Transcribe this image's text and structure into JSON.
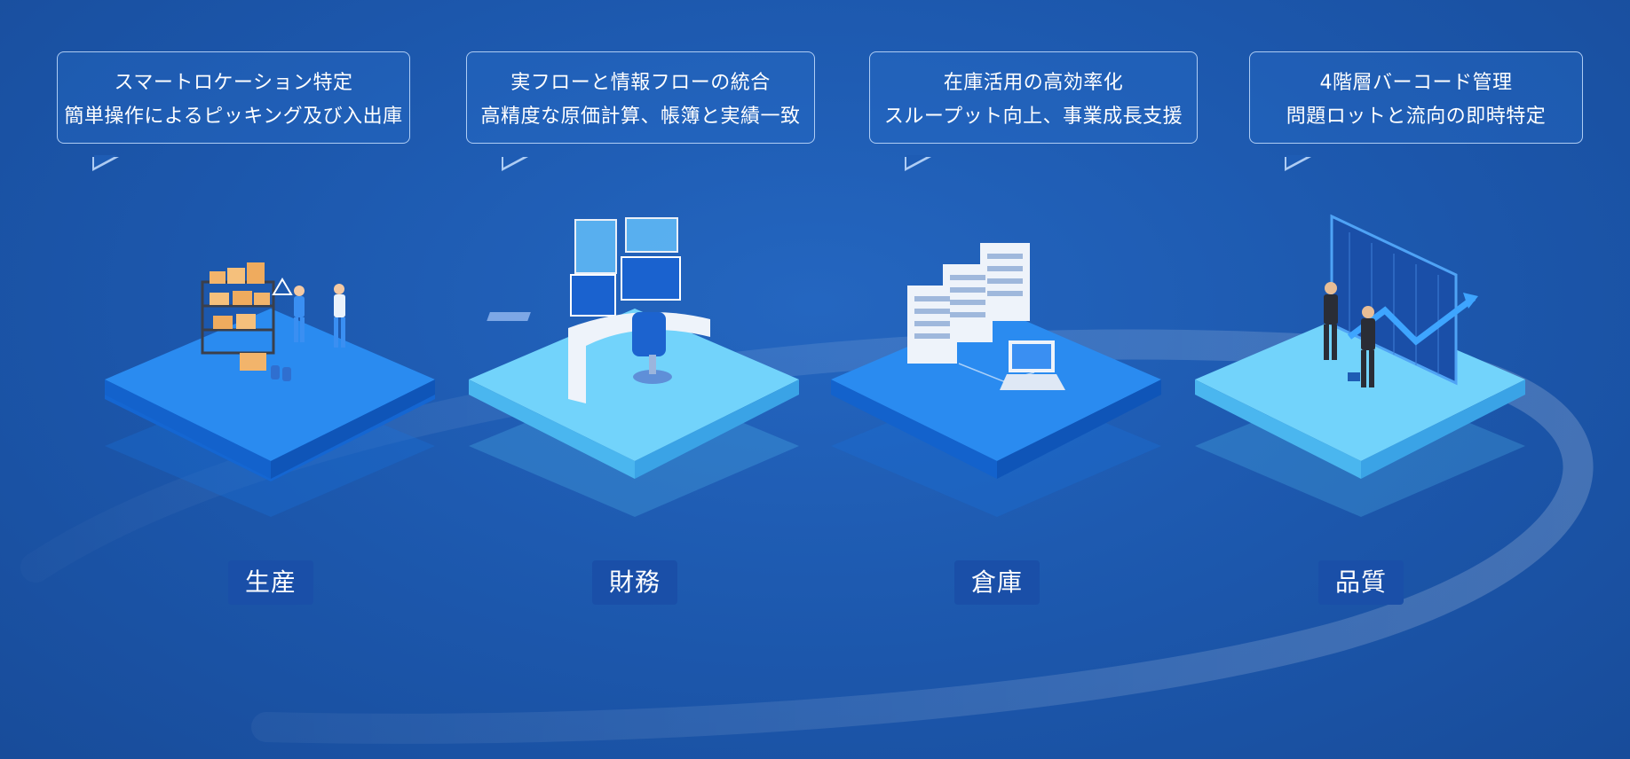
{
  "colors": {
    "background": "#1c57ac",
    "platform_dark": "#1e7fe8",
    "platform_light": "#6cd2fb",
    "label_bg": "#1a4fa8",
    "text": "#ffffff"
  },
  "sections": [
    {
      "bubble": {
        "line1": "スマートロケーション特定",
        "line2": "簡単操作によるピッキング及び入出庫"
      },
      "label": "生産",
      "illustration": "warehouse-workers-icon"
    },
    {
      "bubble": {
        "line1": "実フローと情報フローの統合",
        "line2": "高精度な原価計算、帳簿と実績一致"
      },
      "label": "財務",
      "illustration": "office-desk-icon"
    },
    {
      "bubble": {
        "line1": "在庫活用の高効率化",
        "line2": "スループット向上、事業成長支援"
      },
      "label": "倉庫",
      "illustration": "server-racks-icon"
    },
    {
      "bubble": {
        "line1": "4階層バーコード管理",
        "line2": "問題ロットと流向の即時特定"
      },
      "label": "品質",
      "illustration": "business-handshake-icon"
    }
  ]
}
